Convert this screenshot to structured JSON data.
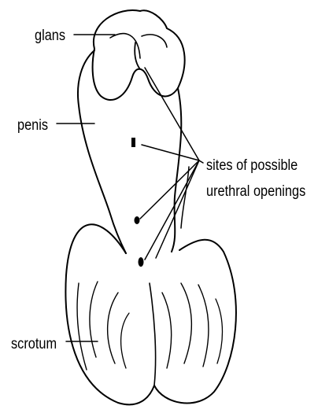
{
  "labels": {
    "glans": "glans",
    "penis": "penis",
    "scrotum": "scrotum",
    "sites_line1": "sites of possible",
    "sites_line2": "urethral openings"
  },
  "colors": {
    "ink": "#000000",
    "background": "#ffffff"
  }
}
